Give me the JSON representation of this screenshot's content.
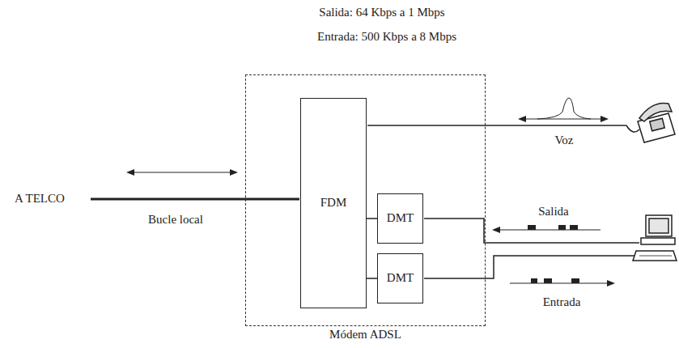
{
  "diagram": {
    "nodes": [
      {
        "text": [
          "Módem ADSL"
        ]
      },
      {
        "text": [
          "FDM"
        ],
        "in": 0
      },
      {
        "text": [
          "DMT"
        ],
        "in": 0
      },
      {
        "text": [
          "DMT"
        ],
        "in": 0
      }
    ],
    "edges": [
      {
        "from": 1,
        "to": 2,
        "arrow": "none"
      },
      {
        "from": 1,
        "to": 3,
        "arrow": "none"
      }
    ],
    "labels": [
      "Salida: 64 Kbps a 1 Mbps",
      "Entrada: 500 Kbps a 8 Mbps",
      "A TELCO",
      "Bucle local",
      "Voz",
      "Salida",
      "Entrada"
    ]
  }
}
